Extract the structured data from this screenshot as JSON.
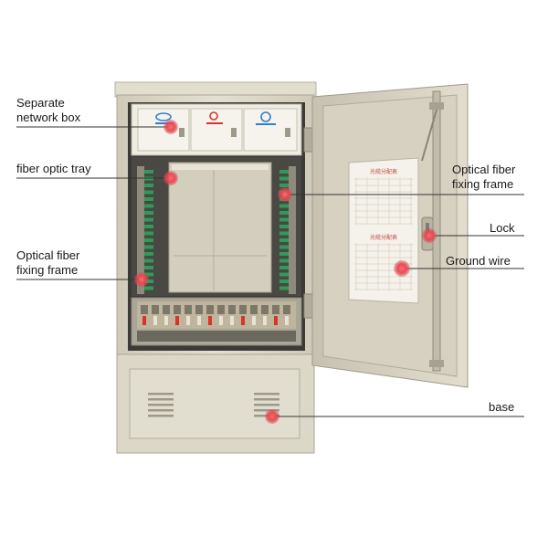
{
  "labels": {
    "separate_network_box": [
      "Separate",
      "network box"
    ],
    "fiber_optic_tray": [
      "fiber optic tray"
    ],
    "optical_fiber_frame_left": [
      "Optical fiber",
      "fixing frame"
    ],
    "optical_fiber_frame_right": [
      "Optical fiber",
      "fixing frame"
    ],
    "lock": [
      "Lock"
    ],
    "ground_wire": [
      "Ground wire"
    ],
    "base": [
      "base"
    ]
  },
  "colors": {
    "marker": "#e2474f",
    "leader_line": "#333333",
    "cabinet_body": "#ddd9c9",
    "cabinet_shadow": "#b9b4a3",
    "interior": "#eeeadb",
    "fiber_tray_green": "#2f9a5a",
    "operator_blue": "#2f7fd0",
    "operator_red": "#d8342e"
  },
  "marker_icon": "red-dot",
  "door_chart_text": "光缆分配表"
}
